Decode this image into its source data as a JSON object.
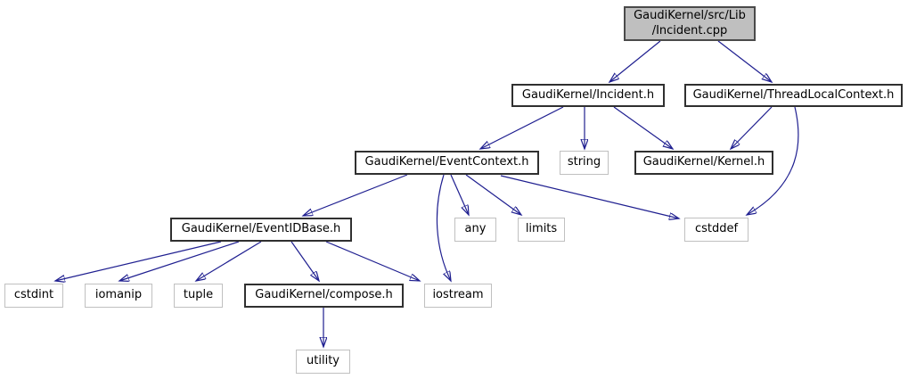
{
  "diagram": {
    "kind": "include-dependency-graph",
    "root_file": "GaudiKernel/src/Lib/Incident.cpp"
  },
  "colors": {
    "background": "#ffffff",
    "edge": "#1f1f90",
    "documented_node_border": "#303030",
    "external_node_border": "#c0c0c0",
    "root_node_fill": "#bfbfbf",
    "text": "#000000"
  },
  "nodes": {
    "incident_cpp": {
      "label_line1": "GaudiKernel/src/Lib",
      "label_line2": "/Incident.cpp",
      "kind": "root"
    },
    "incident_h": {
      "label": "GaudiKernel/Incident.h",
      "kind": "documented"
    },
    "threadlocal_h": {
      "label": "GaudiKernel/ThreadLocalContext.h",
      "kind": "documented"
    },
    "eventcontext_h": {
      "label": "GaudiKernel/EventContext.h",
      "kind": "documented"
    },
    "string": {
      "label": "string",
      "kind": "external"
    },
    "kernel_h": {
      "label": "GaudiKernel/Kernel.h",
      "kind": "documented"
    },
    "eventidbase_h": {
      "label": "GaudiKernel/EventIDBase.h",
      "kind": "documented"
    },
    "any": {
      "label": "any",
      "kind": "external"
    },
    "limits": {
      "label": "limits",
      "kind": "external"
    },
    "cstddef": {
      "label": "cstddef",
      "kind": "external"
    },
    "cstdint": {
      "label": "cstdint",
      "kind": "external"
    },
    "iomanip": {
      "label": "iomanip",
      "kind": "external"
    },
    "tuple": {
      "label": "tuple",
      "kind": "external"
    },
    "compose_h": {
      "label": "GaudiKernel/compose.h",
      "kind": "documented"
    },
    "iostream": {
      "label": "iostream",
      "kind": "external"
    },
    "utility": {
      "label": "utility",
      "kind": "external"
    }
  },
  "edges": [
    {
      "from": "incident_cpp",
      "to": "incident_h"
    },
    {
      "from": "incident_cpp",
      "to": "threadlocal_h"
    },
    {
      "from": "incident_h",
      "to": "eventcontext_h"
    },
    {
      "from": "incident_h",
      "to": "string"
    },
    {
      "from": "incident_h",
      "to": "kernel_h"
    },
    {
      "from": "threadlocal_h",
      "to": "kernel_h"
    },
    {
      "from": "threadlocal_h",
      "to": "cstddef"
    },
    {
      "from": "eventcontext_h",
      "to": "eventidbase_h"
    },
    {
      "from": "eventcontext_h",
      "to": "any"
    },
    {
      "from": "eventcontext_h",
      "to": "limits"
    },
    {
      "from": "eventcontext_h",
      "to": "cstddef"
    },
    {
      "from": "eventcontext_h",
      "to": "iostream"
    },
    {
      "from": "eventidbase_h",
      "to": "cstdint"
    },
    {
      "from": "eventidbase_h",
      "to": "iomanip"
    },
    {
      "from": "eventidbase_h",
      "to": "tuple"
    },
    {
      "from": "eventidbase_h",
      "to": "compose_h"
    },
    {
      "from": "eventidbase_h",
      "to": "iostream"
    },
    {
      "from": "compose_h",
      "to": "utility"
    }
  ]
}
